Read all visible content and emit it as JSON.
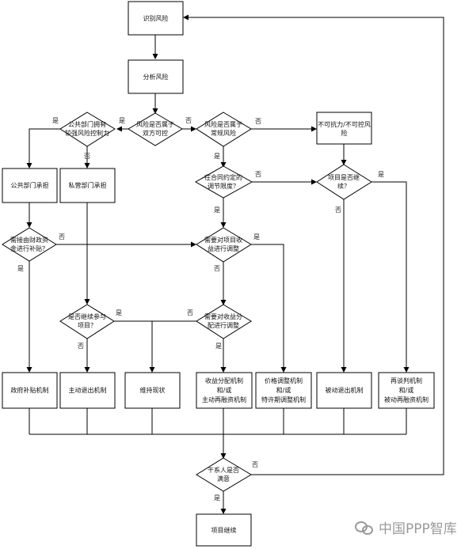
{
  "nodes": {
    "identify_risk": "识别风险",
    "analyze_risk": "分析风险",
    "d_both_control": [
      "风险是否属于",
      "双方可控"
    ],
    "d_public_control": [
      "公共部门拥有",
      "较强风险控制力"
    ],
    "d_normal_risk": [
      "风险是否属于",
      "常规风险"
    ],
    "force_majeure": [
      "不可抗力/不可控风",
      "险"
    ],
    "public_bear": "公共部门承担",
    "private_bear": "私营部门承担",
    "d_contract_adjust": [
      "在合同约定的",
      "调节限度？"
    ],
    "d_project_continue": [
      "项目是否继",
      "续？"
    ],
    "d_gov_subsidy": [
      "需接由财政资",
      "金进行补贴？"
    ],
    "d_project_return": [
      "需要对项目收",
      "益进行调整"
    ],
    "d_continue_participate": [
      "是否继续参与",
      "项目？"
    ],
    "d_revenue_distribution": [
      "需要对收益分",
      "配进行调整"
    ],
    "gov_subsidy_mechanism": "政府补贴机制",
    "active_exit": "主动退出机制",
    "maintain_status": "维持现状",
    "revenue_mechanism": [
      "收益分配机制",
      "和/或",
      "主动再融资机制"
    ],
    "price_mechanism": [
      "价格调整机制",
      "和/或",
      "特许期调整机制"
    ],
    "passive_exit": "被动退出机制",
    "renegotiation": [
      "再谈判机制",
      "和/或",
      "被动再融资机制"
    ],
    "d_stakeholder_satisfied": [
      "干系人是否",
      "满意"
    ],
    "project_continue": "项目继续"
  },
  "labels": {
    "yes": "是",
    "no": "否"
  },
  "watermark": "中国PPP智库"
}
